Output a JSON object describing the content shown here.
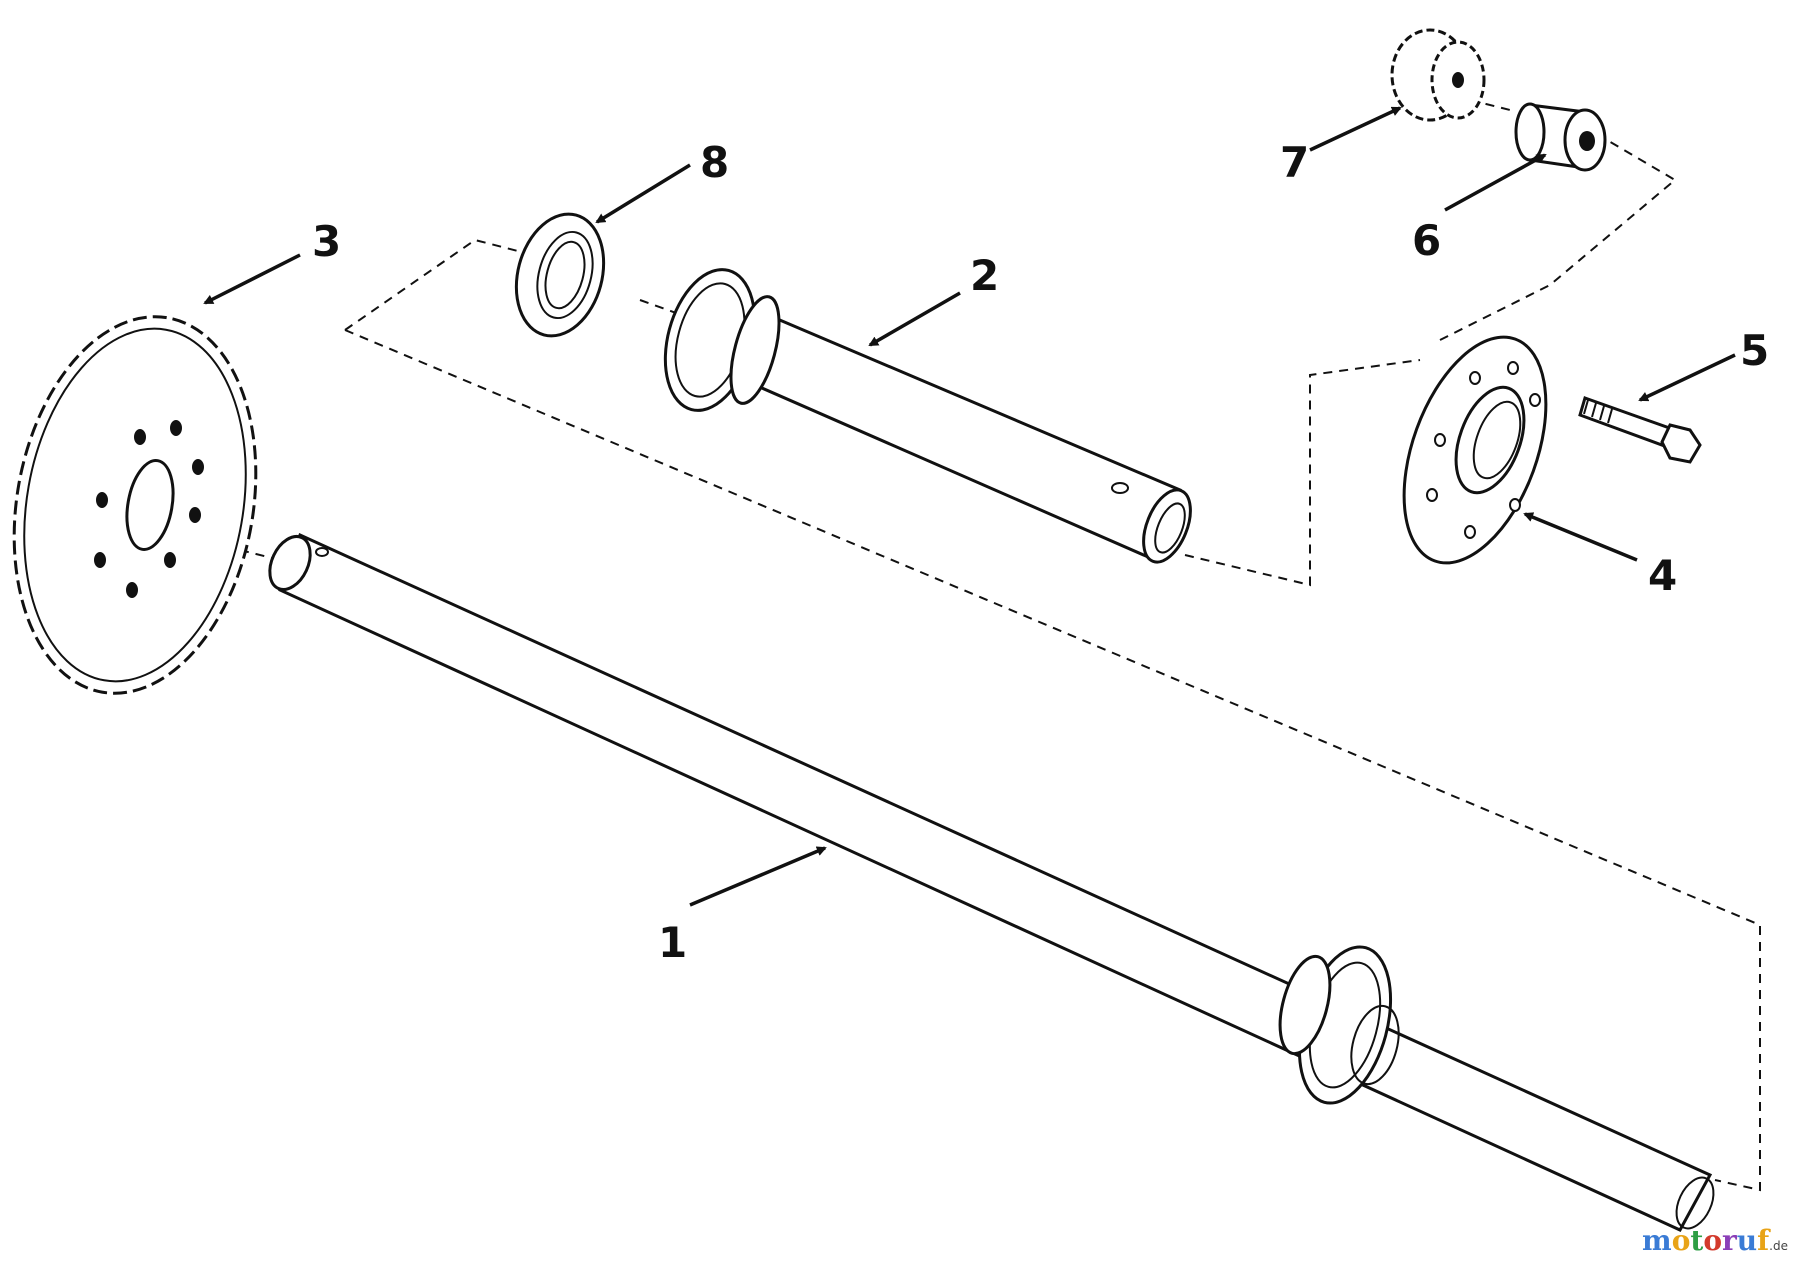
{
  "callouts": {
    "c1": "1",
    "c2": "2",
    "c3": "3",
    "c4": "4",
    "c5": "5",
    "c6": "6",
    "c7": "7",
    "c8": "8"
  },
  "watermark": {
    "letters": [
      "m",
      "o",
      "t",
      "o",
      "r",
      "u",
      "f"
    ],
    "colors": [
      "#3a7bd5",
      "#e8a317",
      "#2e9e44",
      "#d33a2c",
      "#8b3fb8",
      "#3a7bd5",
      "#e8a317"
    ],
    "tld": ".de"
  }
}
